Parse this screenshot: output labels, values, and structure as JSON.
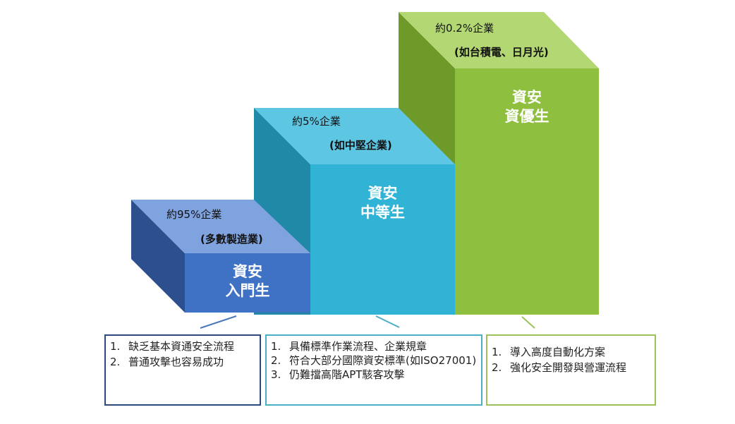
{
  "tiers": [
    {
      "id": "entry",
      "top_line1": "約95%企業",
      "top_line2": "(多數製造業)",
      "title_line1": "資安",
      "title_line2": "入門生",
      "items": [
        {
          "num": "1.",
          "text": "缺乏基本資通安全流程"
        },
        {
          "num": "2.",
          "text": "普通攻擊也容易成功"
        }
      ]
    },
    {
      "id": "middle",
      "top_line1": "約5%企業",
      "top_line2": "(如中堅企業)",
      "title_line1": "資安",
      "title_line2": "中等生",
      "items": [
        {
          "num": "1.",
          "text": "具備標準作業流程、企業規章"
        },
        {
          "num": "2.",
          "text": "符合大部分國際資安標準(如ISO27001)"
        },
        {
          "num": "3.",
          "text": "仍難擋高階APT駭客攻擊"
        }
      ]
    },
    {
      "id": "top",
      "top_line1": "約0.2%企業",
      "top_line2": "(如台積電、日月光)",
      "title_line1": "資安",
      "title_line2": "資優生",
      "items": [
        {
          "num": "1.",
          "text": "導入高度自動化方案"
        },
        {
          "num": "2.",
          "text": "強化安全開發與營運流程"
        }
      ]
    }
  ],
  "colors": {
    "entry_front": "#3F72C4",
    "entry_top": "#7FA3DF",
    "entry_side": "#2D4F8E",
    "entry_border": "#2E4A7D",
    "middle_front": "#30B3D4",
    "middle_top": "#5CC6E3",
    "middle_side": "#1F89A7",
    "middle_border": "#4BAFC6",
    "top_front": "#8FBF3F",
    "top_top": "#B3D873",
    "top_side": "#6E9A2A",
    "top_border": "#9BC258"
  }
}
